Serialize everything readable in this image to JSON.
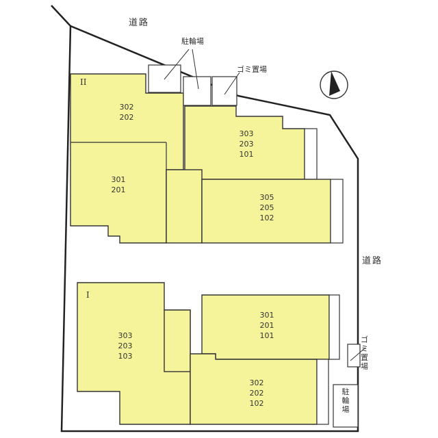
{
  "colors": {
    "building_fill": "#f6f49a",
    "outline": "#333333",
    "line": "#222222"
  },
  "labels": {
    "road_top": "道路",
    "road_right": "道路",
    "bicycle_top": "駐輪場",
    "garbage_top": "ゴミ置場",
    "bicycle_bottom": [
      "駐",
      "輪",
      "場"
    ],
    "garbage_bottom": "ゴミ置場"
  },
  "compass": {
    "icon": "north-arrow-icon"
  },
  "buildings": {
    "building_2": {
      "name": "II",
      "units": {
        "a": [
          "302",
          "202"
        ],
        "b": [
          "303",
          "203",
          "101"
        ],
        "c": [
          "301",
          "201"
        ],
        "d": [
          "305",
          "205",
          "102"
        ]
      }
    },
    "building_1": {
      "name": "I",
      "units": {
        "a": [
          "303",
          "203",
          "103"
        ],
        "b": [
          "301",
          "201",
          "101"
        ],
        "c": [
          "302",
          "202",
          "102"
        ]
      }
    }
  }
}
